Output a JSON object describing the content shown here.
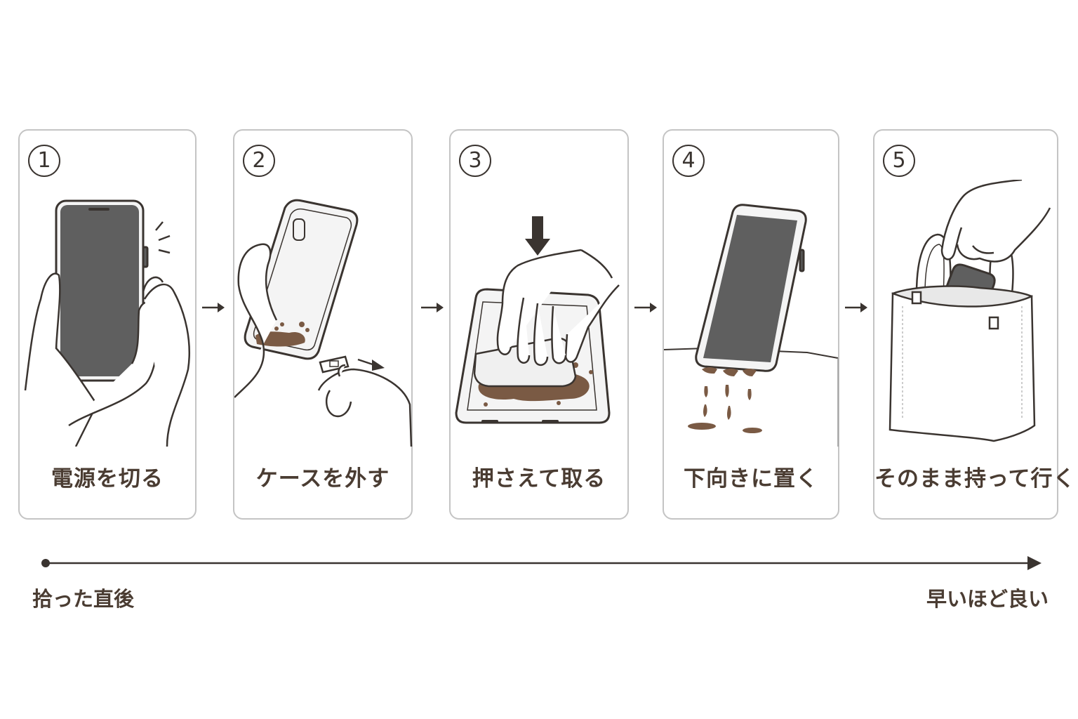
{
  "steps": [
    {
      "number": "1",
      "label": "電源を切る"
    },
    {
      "number": "2",
      "label": "ケースを外す"
    },
    {
      "number": "3",
      "label": "押さえて取る"
    },
    {
      "number": "4",
      "label": "下向きに置く"
    },
    {
      "number": "5",
      "label": "そのまま持って行く"
    }
  ],
  "timeline": {
    "start_label": "拾った直後",
    "end_label": "早いほど良い"
  },
  "colors": {
    "outline": "#3a3430",
    "phone_screen": "#5f5f5f",
    "liquid": "#7a5a44",
    "panel_border": "#c4c4c4",
    "label_text": "#4a3c32"
  }
}
